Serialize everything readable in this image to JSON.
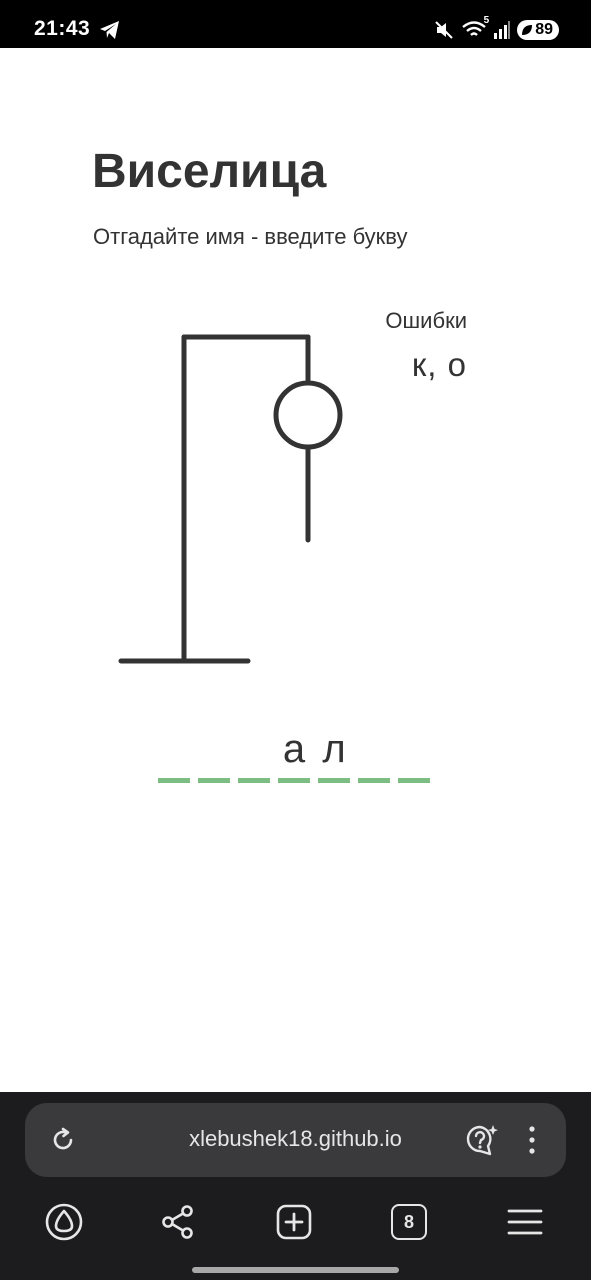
{
  "status_bar": {
    "time": "21:43",
    "telegram_icon": "telegram-icon",
    "mute_icon": "mute-icon",
    "wifi_icon": "wifi-icon",
    "wifi_badge": "5",
    "signal_icon": "signal-icon",
    "battery_level": "89"
  },
  "game": {
    "title": "Виселица",
    "subtitle": "Отгадайте имя - введите букву",
    "errors_label": "Ошибки",
    "errors_value": "к, о",
    "word_slots": [
      "",
      "",
      "",
      "а",
      "л",
      "",
      ""
    ],
    "dash_color": "#7bbd82"
  },
  "browser": {
    "url": "xlebushek18.github.io",
    "reload_icon": "reload-icon",
    "assistant_icon": "assistant-question-icon",
    "menu_icon": "vertical-dots-icon",
    "toolbar": {
      "home_icon": "alice-home-icon",
      "share_icon": "share-icon",
      "new_tab_icon": "plus-square-icon",
      "tabs_count": "8",
      "menu_icon": "hamburger-icon"
    }
  }
}
